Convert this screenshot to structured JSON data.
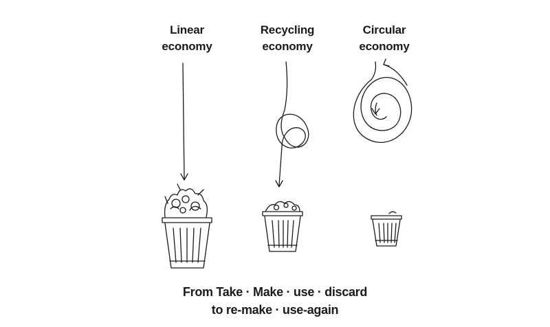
{
  "columns": [
    {
      "title_line1": "Linear",
      "title_line2": "economy"
    },
    {
      "title_line1": "Recycling",
      "title_line2": "economy"
    },
    {
      "title_line1": "Circular",
      "title_line2": "economy"
    }
  ],
  "caption": {
    "line1": "From Take · Make · use · discard",
    "line2": "to re-make · use-again"
  },
  "colors": {
    "ink": "#1a1a1a",
    "background": "#ffffff"
  }
}
